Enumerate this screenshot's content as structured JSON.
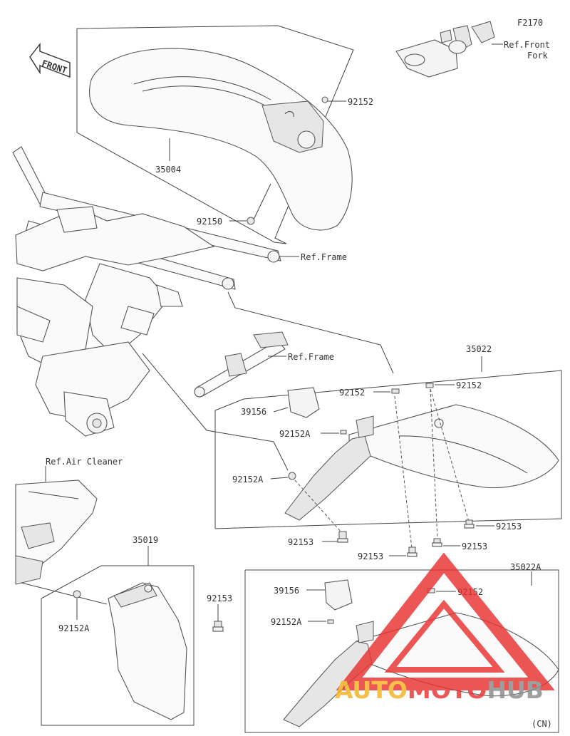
{
  "figure_code": "F2170",
  "front_label": "FRONT",
  "labels": {
    "front_fork": "Ref.Front\nFork",
    "fender_front": "35004",
    "washer_top": "92152",
    "bolt_front": "92150",
    "ref_frame_1": "Ref.Frame",
    "ref_frame_2": "Ref.Frame",
    "rear_fender_group": "35022",
    "washer_a": "92152",
    "washer_b": "92152",
    "pad": "39156",
    "washer_c": "92152A",
    "washer_d": "92152A",
    "bolt_a": "92153",
    "bolt_b": "92153",
    "bolt_c": "92153",
    "bolt_d": "92153",
    "air_cleaner": "Ref.Air Cleaner",
    "flap": "35019",
    "flap_washer": "92152A",
    "flap_bolt": "92153",
    "rear_fender_cn": "35022A",
    "cn_pad": "39156",
    "cn_washer": "92152",
    "cn_washer_a": "92152A",
    "region": "(CN)"
  },
  "watermark": {
    "part1": "AUTO",
    "part2": "MOTO",
    "part3": "HUB",
    "colors": {
      "red": "#e8312f",
      "yellow": "#f5b120",
      "gray": "#8a8a8a"
    }
  }
}
